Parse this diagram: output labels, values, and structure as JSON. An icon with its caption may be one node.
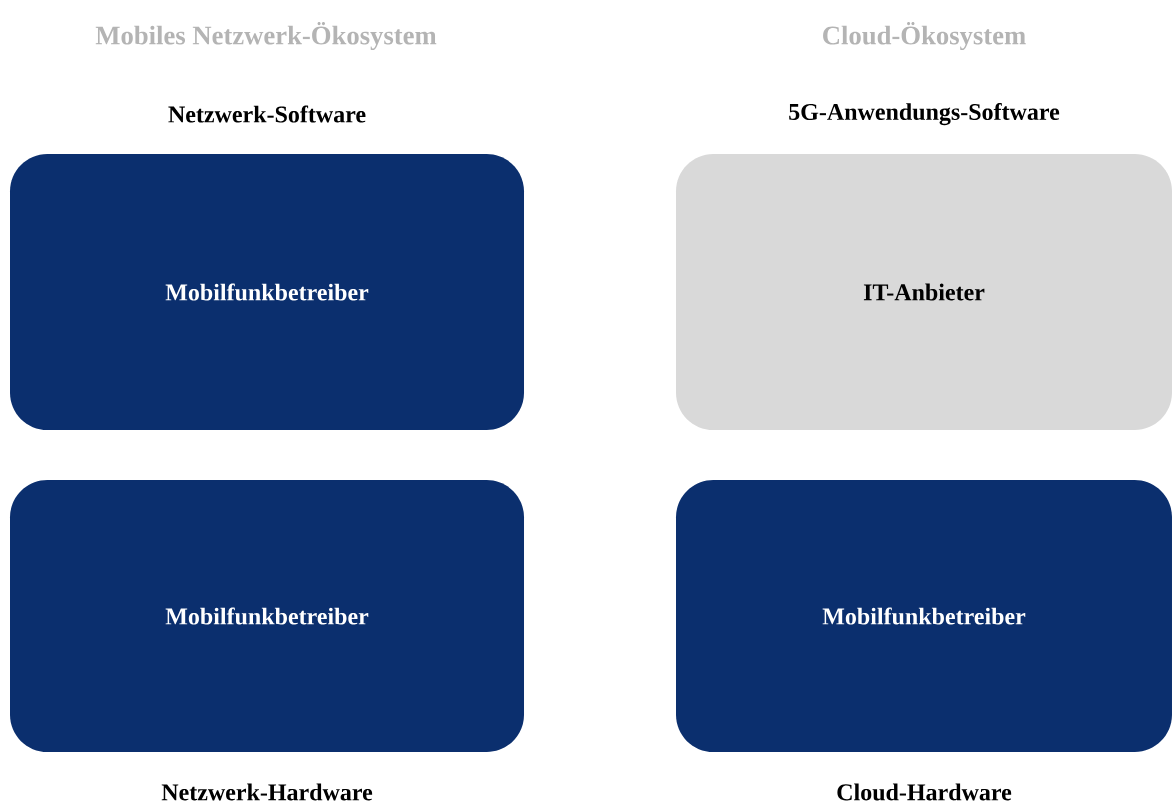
{
  "diagram": {
    "nodes": [
      {
        "text": [
          "Netzwerk-Software",
          "Mobilfunkbetreiber"
        ]
      },
      {
        "text": [
          "5G-Anwendungs-Software",
          "IT-Anbieter"
        ]
      },
      {
        "text": [
          "Mobilfunkbetreiber",
          "Netzwerk-Hardware"
        ]
      },
      {
        "text": [
          "Mobilfunkbetreiber",
          "Cloud-Hardware"
        ]
      }
    ],
    "labels": [
      "Mobiles Netzwerk-Ökosystem",
      "Cloud-Ökosystem"
    ]
  }
}
